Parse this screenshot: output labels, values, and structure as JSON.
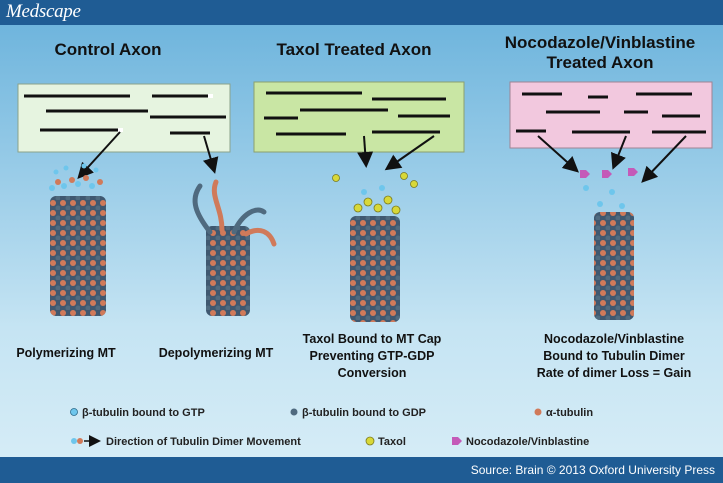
{
  "brand": {
    "logo": "Medscape"
  },
  "footer": {
    "source": "Source: Brain © 2013 Oxford University Press"
  },
  "figure": {
    "headings": {
      "control": "Control Axon",
      "taxol": "Taxol Treated Axon",
      "noco_line1": "Nocodazole/Vinblastine",
      "noco_line2": "Treated Axon"
    },
    "captions": {
      "polymerizing": "Polymerizing MT",
      "depolymerizing": "Depolymerizing MT",
      "taxol_line1": "Taxol Bound to MT Cap",
      "taxol_line2": "Preventing GTP-GDP",
      "taxol_line3": "Conversion",
      "noco_line1": "Nocodazole/Vinblastine",
      "noco_line2": "Bound to Tubulin Dimer",
      "noco_line3": "Rate of dimer Loss = Gain"
    },
    "legend": {
      "gtp": "β-tubulin bound to GTP",
      "gdp": "β-tubulin bound to GDP",
      "alpha": "α-tubulin",
      "direction": "Direction of Tubulin Dimer Movement",
      "taxol": "Taxol",
      "noco": "Nocodazole/Vinblastine"
    },
    "colors": {
      "header_bar": "#1f5c94",
      "beta_gtp": "#6ec6ec",
      "beta_gdp": "#4f6a7f",
      "alpha": "#d07a5a",
      "taxol": "#d8d838",
      "drug": "#c45ab8",
      "control_box": "#e6f4e0",
      "taxol_box": "#c9e6a4",
      "noco_box": "#f2c8de"
    }
  }
}
